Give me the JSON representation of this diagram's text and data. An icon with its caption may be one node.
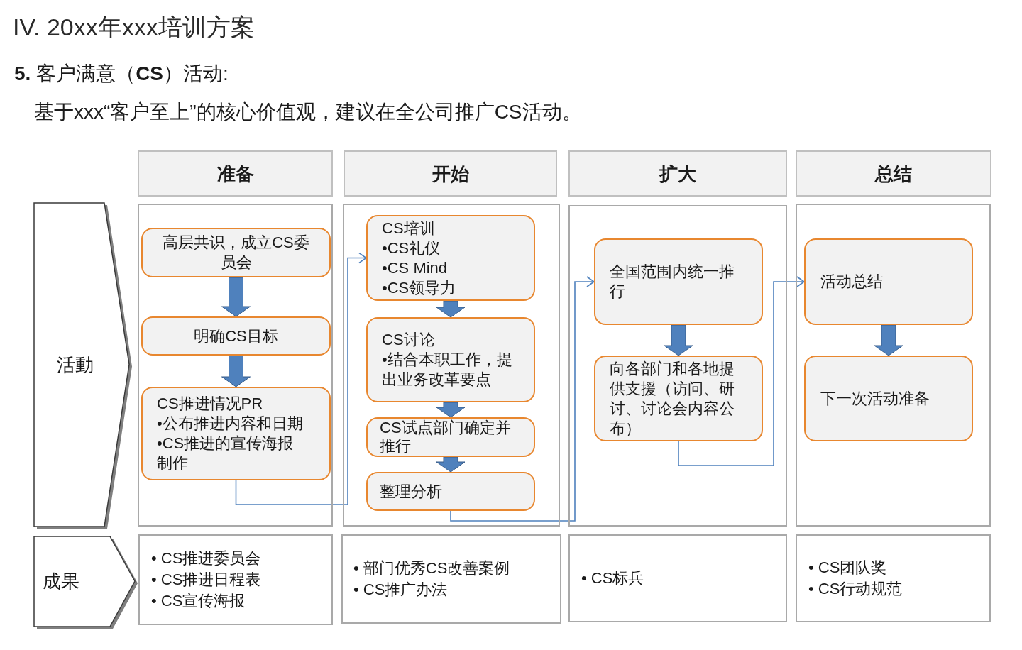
{
  "diagram": {
    "title": "IV. 20xx年xxx培训方案",
    "nodes": [
      {
        "text": [
          "准备"
        ]
      },
      {
        "text": [
          "开始"
        ]
      },
      {
        "text": [
          "扩大"
        ]
      },
      {
        "text": [
          "总结"
        ]
      },
      {
        "text": [
          "活動"
        ]
      },
      {
        "text": [],
        "shape": "box"
      },
      {
        "text": [
          "高层共识，成立CS委员会"
        ],
        "in": 5
      },
      {
        "text": [
          "明确CS目标"
        ],
        "in": 5
      },
      {
        "text": [
          "CS推进情况PR",
          "•公布推进内容和日期",
          "•CS推进的宣传海报制作"
        ],
        "in": 5
      },
      {
        "text": [],
        "shape": "box"
      },
      {
        "text": [
          "CS培训",
          "•CS礼仪",
          "•CS Mind",
          "•CS领导力"
        ],
        "in": 9
      },
      {
        "text": [
          "CS讨论",
          "•结合本职工作，提出业务改革要点"
        ],
        "in": 9
      },
      {
        "text": [
          "CS试点部门确定并推行"
        ],
        "in": 9
      },
      {
        "text": [
          "整理分析"
        ],
        "in": 9
      },
      {
        "text": [],
        "shape": "box"
      },
      {
        "text": [
          "全国范围内统一推行"
        ],
        "in": 14
      },
      {
        "text": [
          "向各部门和各地提供支援（访问、研讨、讨论会内容公布）"
        ],
        "in": 14
      },
      {
        "text": [],
        "shape": "box"
      },
      {
        "text": [
          "活动总结"
        ],
        "in": 17
      },
      {
        "text": [
          "下一次活动准备"
        ],
        "in": 17
      },
      {
        "text": [
          "成果"
        ]
      },
      {
        "text": [
          "• CS推进委员会",
          "• CS推进日程表",
          "• CS宣传海报"
        ]
      },
      {
        "text": [
          "• 部门优秀CS改善案例",
          "• CS推广办法"
        ]
      },
      {
        "text": [
          "• CS标兵"
        ]
      },
      {
        "text": [
          "• CS团队奖",
          "• CS行动规范"
        ]
      }
    ],
    "edges": [
      {
        "from": 6,
        "to": 7,
        "arrow": "to",
        "style": "thick"
      },
      {
        "from": 7,
        "to": 8,
        "arrow": "to",
        "style": "thick"
      },
      {
        "from": 8,
        "to": 10,
        "arrow": "to"
      },
      {
        "from": 10,
        "to": 11,
        "arrow": "to",
        "style": "thick"
      },
      {
        "from": 11,
        "to": 12,
        "arrow": "to",
        "style": "thick"
      },
      {
        "from": 12,
        "to": 13,
        "arrow": "to",
        "style": "thick"
      },
      {
        "from": 13,
        "to": 15,
        "arrow": "to"
      },
      {
        "from": 15,
        "to": 16,
        "arrow": "to",
        "style": "thick"
      },
      {
        "from": 16,
        "to": 18,
        "arrow": "to"
      },
      {
        "from": 18,
        "to": 19,
        "arrow": "to",
        "style": "thick"
      }
    ],
    "labels": [
      "**5.** 客户满意（**CS**）活动:",
      "基于xxx“客户至上”的核心价值观，建议在全公司推广CS活动。"
    ]
  }
}
